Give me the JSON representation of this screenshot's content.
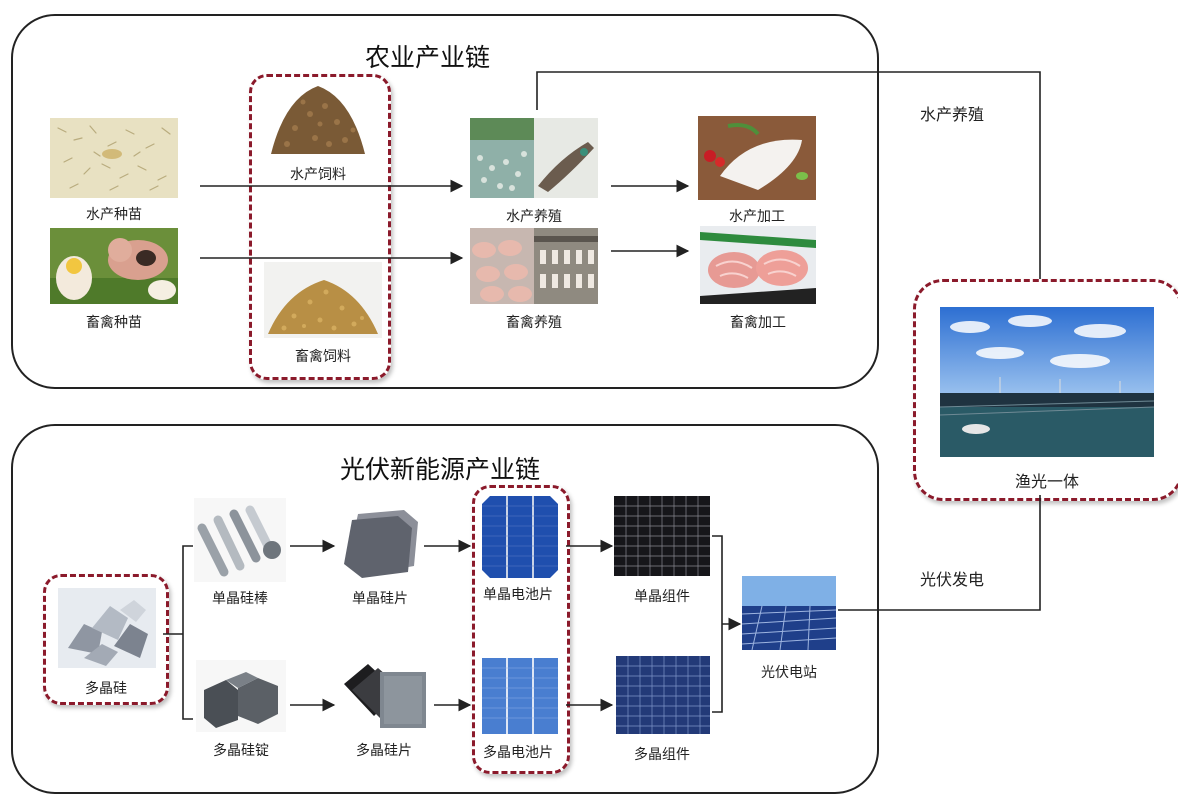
{
  "agri": {
    "title": "农业产业链",
    "aqua_seed": "水产种苗",
    "livestock_seed": "畜禽种苗",
    "aqua_feed": "水产饲料",
    "livestock_feed": "畜禽饲料",
    "aqua_farming": "水产养殖",
    "livestock_farming": "畜禽养殖",
    "aqua_processing": "水产加工",
    "livestock_processing": "畜禽加工"
  },
  "pv": {
    "title": "光伏新能源产业链",
    "polysilicon": "多晶硅",
    "mono_rod": "单晶硅棒",
    "poly_ingot": "多晶硅锭",
    "mono_wafer": "单晶硅片",
    "poly_wafer": "多晶硅片",
    "mono_cell": "单晶电池片",
    "poly_cell": "多晶电池片",
    "mono_module": "单晶组件",
    "poly_module": "多晶组件",
    "pv_station": "光伏电站"
  },
  "links": {
    "aquaculture": "水产养殖",
    "pv_power": "光伏发电",
    "fishery_pv": "渔光一体"
  },
  "colors": {
    "dash_border": "#8b1a2b",
    "line": "#222222"
  }
}
